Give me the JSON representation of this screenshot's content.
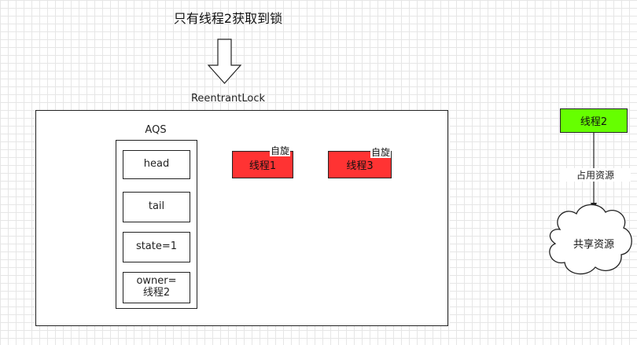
{
  "title": "只有线程2获取到锁",
  "reentrant_lock": {
    "label": "ReentrantLock"
  },
  "aqs": {
    "label": "AQS",
    "fields": [
      "head",
      "tail",
      "state=1",
      "owner=线程2"
    ]
  },
  "queue": [
    {
      "label": "线程1",
      "spin_label": "自旋"
    },
    {
      "label": "线程3",
      "spin_label": "自旋"
    }
  ],
  "owner_thread": {
    "label": "线程2",
    "color": "#66ff00"
  },
  "edge_label": "占用资源",
  "resource": {
    "label": "共享资源"
  },
  "colors": {
    "waiting_thread": "#ff3333",
    "owner_thread": "#66ff00"
  }
}
